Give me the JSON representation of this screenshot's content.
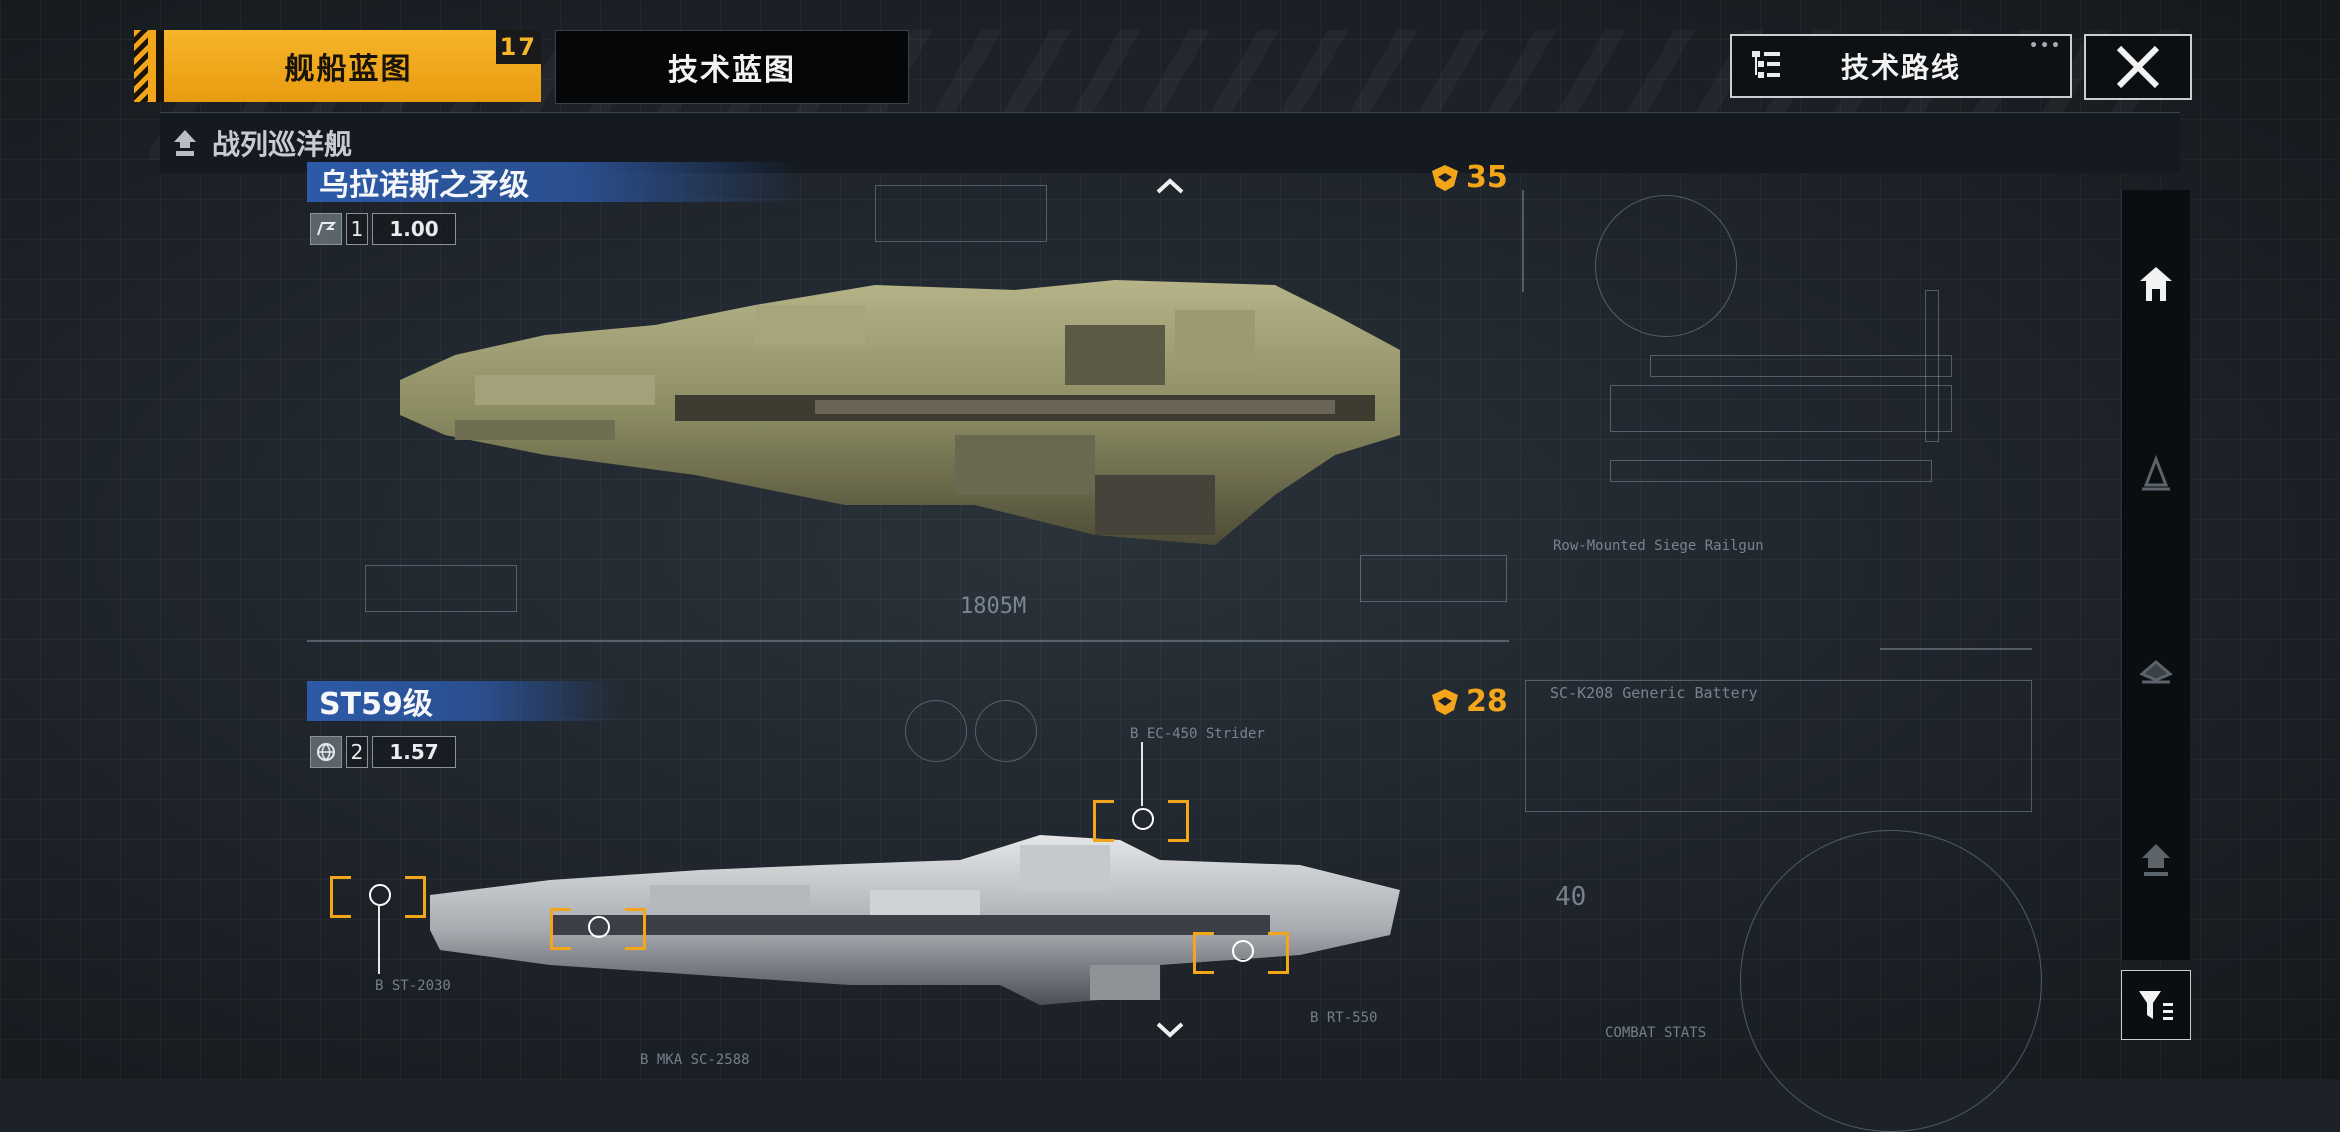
{
  "tabs": {
    "ship_blueprint": "舰船蓝图",
    "ship_blueprint_badge": "17",
    "tech_blueprint": "技术蓝图",
    "tech_route": "技术路线"
  },
  "category": {
    "label": "战列巡洋舰"
  },
  "ships": [
    {
      "name": "乌拉诺斯之矛级",
      "tier": "1",
      "value": "1.00",
      "score": "35",
      "length_label": "1805M",
      "weapon_label": "Row-Mounted Siege Railgun"
    },
    {
      "name": "ST59级",
      "tier": "2",
      "value": "1.57",
      "score": "28",
      "battery_label": "SC-K208 Generic Battery",
      "sub_labels": [
        "B EC-450 Strider",
        "B ST-2030",
        "B RT-550",
        "B MKA SC-2588",
        "COMBAT STATS"
      ],
      "counter": "40"
    }
  ],
  "colors": {
    "accent": "#f3a61a",
    "panel": "#141a1f",
    "blue_tag": "#2c5aa8"
  },
  "icons": {
    "route": "tree-list-icon",
    "close": "close-icon",
    "category": "battlecruiser-icon",
    "filter": "filter-icon"
  }
}
